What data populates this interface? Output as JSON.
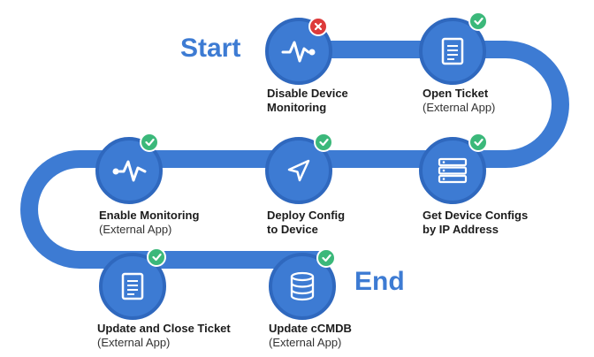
{
  "colors": {
    "track": "#3d7bd3",
    "node": "#3d7bd3",
    "node_border": "#2f68be",
    "success": "#3bb87a",
    "error": "#dd3a3a",
    "text": "#1c1c1c",
    "heading": "#3d7bd3"
  },
  "markers": {
    "start": "Start",
    "end": "End"
  },
  "steps": [
    {
      "title": "Disable Device",
      "title2": "Monitoring",
      "sub": "",
      "icon": "activity-pulse-icon",
      "status": "error"
    },
    {
      "title": "Open Ticket",
      "title2": "",
      "sub": "(External App)",
      "icon": "document-icon",
      "status": "success"
    },
    {
      "title": "Get Device Configs",
      "title2": "by IP Address",
      "sub": "",
      "icon": "server-stack-icon",
      "status": "success"
    },
    {
      "title": "Deploy Config",
      "title2": "to Device",
      "sub": "",
      "icon": "send-arrow-icon",
      "status": "success"
    },
    {
      "title": "Enable Monitoring",
      "title2": "",
      "sub": "(External App)",
      "icon": "activity-pulse-icon",
      "status": "success"
    },
    {
      "title": "Update and Close Ticket",
      "title2": "",
      "sub": "(External App)",
      "icon": "document-icon",
      "status": "success"
    },
    {
      "title": "Update cCMDB",
      "title2": "",
      "sub": "(External App)",
      "icon": "database-icon",
      "status": "success"
    }
  ]
}
